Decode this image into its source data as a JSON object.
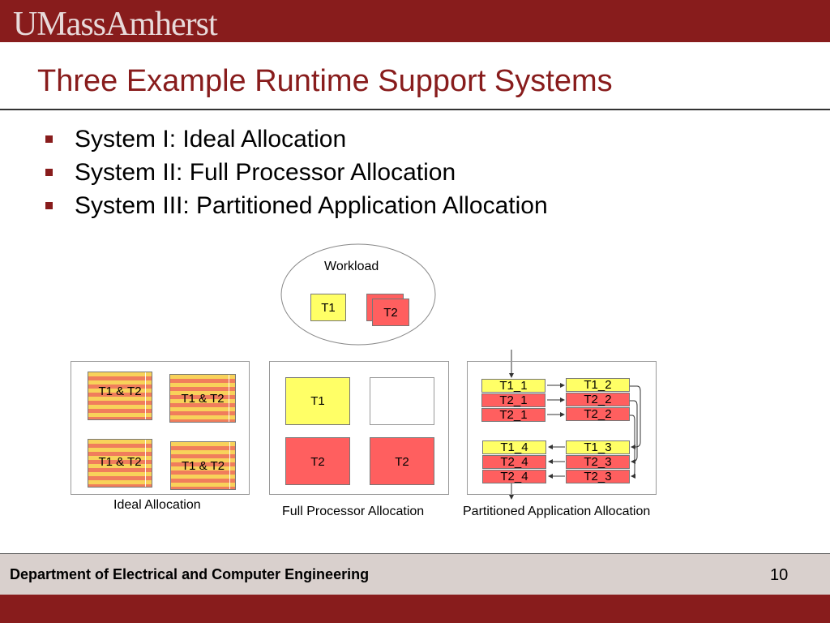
{
  "header": {
    "logo": "UMassAmherst"
  },
  "slide": {
    "title": "Three Example Runtime Support Systems",
    "bullets": [
      "System I: Ideal Allocation",
      "System II: Full Processor Allocation",
      "System III: Partitioned Application Allocation"
    ]
  },
  "diagram": {
    "workload": {
      "label": "Workload",
      "t1": "T1",
      "t2": "T2"
    },
    "ideal": {
      "caption": "Ideal Allocation",
      "cells": [
        "T1 & T2",
        "T1 & T2",
        "T1 & T2",
        "T1 & T2"
      ]
    },
    "full": {
      "caption": "Full Processor Allocation",
      "cells": [
        "T1",
        "",
        "T2",
        "T2"
      ]
    },
    "partitioned": {
      "caption": "Partitioned Application Allocation",
      "groups": [
        [
          "T1_1",
          "T2_1",
          "T2_1"
        ],
        [
          "T1_2",
          "T2_2",
          "T2_2"
        ],
        [
          "T1_4",
          "T2_4",
          "T2_4"
        ],
        [
          "T1_3",
          "T2_3",
          "T2_3"
        ]
      ]
    },
    "colors": {
      "yellow": "#ffff66",
      "red": "#ff5f5f",
      "stripe_a": "#f8d25a",
      "stripe_b": "#f07d5c"
    }
  },
  "footer": {
    "department": "Department of Electrical and Computer Engineering",
    "page": "10"
  },
  "theme": {
    "brand": "#881c1c",
    "footer_bg": "#d9d0cd"
  }
}
